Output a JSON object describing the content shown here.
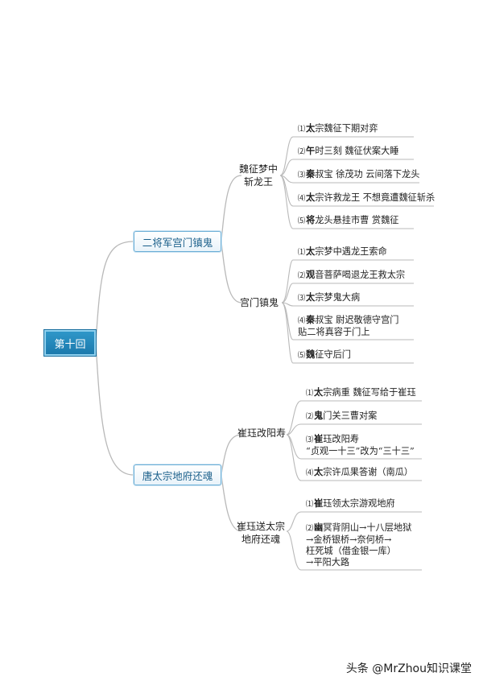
{
  "root": {
    "label": "第十回"
  },
  "branches": [
    {
      "label": "二将军宫门镇鬼",
      "subs": [
        {
          "label": "魏征梦中\n斩龙王",
          "leaves": [
            {
              "num": "⑴",
              "head": "太",
              "rest": "宗魏征下期对弈"
            },
            {
              "num": "⑵",
              "head": "午",
              "rest": "时三刻 魏征伏案大睡"
            },
            {
              "num": "⑶",
              "head": "秦",
              "rest": "叔宝 徐茂功 云间落下龙头"
            },
            {
              "num": "⑷",
              "head": "太",
              "rest": "宗许救龙王 不想竟遭魏征斩杀"
            },
            {
              "num": "⑸",
              "head": "将",
              "rest": "龙头悬挂市曹 赏魏征"
            }
          ]
        },
        {
          "label": "宫门镇鬼",
          "leaves": [
            {
              "num": "⑴",
              "head": "太",
              "rest": "宗梦中遇龙王索命"
            },
            {
              "num": "⑵",
              "head": "观",
              "rest": "音菩萨喝退龙王救太宗"
            },
            {
              "num": "⑶",
              "head": "太",
              "rest": "宗梦鬼大病"
            },
            {
              "num": "⑷",
              "head": "秦",
              "rest": "叔宝 尉迟敬德守宫门\n贴二将真容于门上"
            },
            {
              "num": "⑸",
              "head": "魏",
              "rest": "征守后门"
            }
          ]
        }
      ]
    },
    {
      "label": "唐太宗地府还魂",
      "subs": [
        {
          "label": "崔珏改阳寿",
          "leaves": [
            {
              "num": "⑴",
              "head": "太",
              "rest": "宗病重 魏征写给于崔珏"
            },
            {
              "num": "⑵",
              "head": "鬼",
              "rest": "门关三曹对案"
            },
            {
              "num": "⑶",
              "head": "崔",
              "rest": "珏改阳寿\n“贞观一十三”改为“三十三”"
            },
            {
              "num": "⑷",
              "head": "太",
              "rest": "宗许瓜果答谢（南瓜）"
            }
          ]
        },
        {
          "label": "崔珏送太宗\n地府还魂",
          "leaves": [
            {
              "num": "⑴",
              "head": "崔",
              "rest": "珏领太宗游观地府"
            },
            {
              "num": "⑵",
              "head": "幽",
              "rest": "冥背阴山→十八层地狱\n→金桥银桥→奈何桥→\n枉死城（借金银一库）\n→平阳大路"
            }
          ]
        }
      ]
    }
  ],
  "watermark": "头条 @MrZhou知识课堂"
}
